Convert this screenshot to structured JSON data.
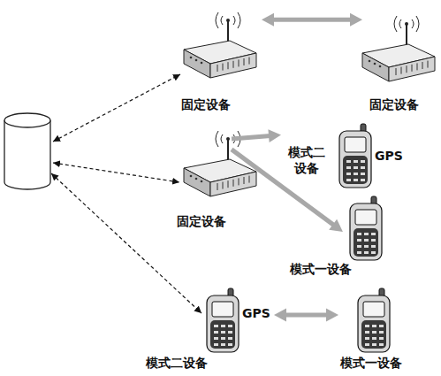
{
  "diagram": {
    "nodes": [
      {
        "text": [
          "固定设备"
        ]
      },
      {
        "text": [
          "固定设备"
        ]
      },
      {
        "text": [
          "固定设备"
        ]
      },
      {
        "text": [
          "模式二 设备",
          "GPS"
        ]
      },
      {
        "text": [
          "模式一设备"
        ]
      },
      {
        "text": [
          "模式二设备",
          "GPS"
        ]
      },
      {
        "text": [
          "模式一设备"
        ]
      }
    ],
    "edges": [
      {
        "from": 0,
        "to": 1,
        "arrow": "both"
      },
      {
        "from": 2,
        "to": 3,
        "arrow": "to"
      },
      {
        "from": 2,
        "to": 4,
        "arrow": "to"
      },
      {
        "from": 5,
        "to": 6,
        "arrow": "both"
      }
    ]
  }
}
